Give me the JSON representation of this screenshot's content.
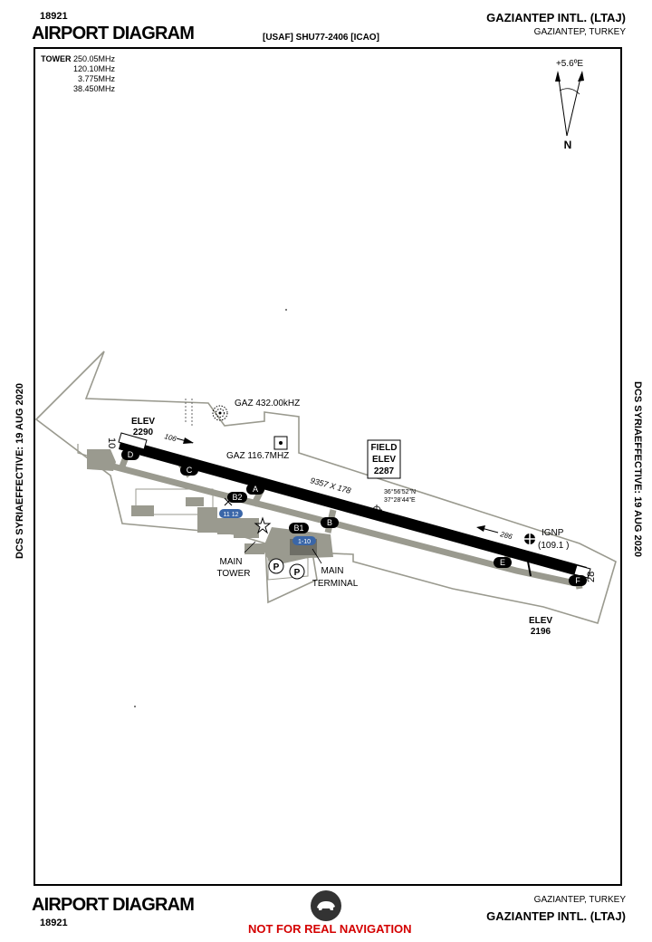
{
  "header": {
    "chart_id": "18921",
    "title": "AIRPORT DIAGRAM",
    "procedure": "[USAF] SHU77-2406 [ICAO]",
    "airport_name": "GAZIANTEP INTL. (LTAJ)",
    "city": "GAZIANTEP, TURKEY"
  },
  "footer": {
    "title": "AIRPORT DIAGRAM",
    "chart_id": "18921",
    "city": "GAZIANTEP, TURKEY",
    "airport_name": "GAZIANTEP INTL. (LTAJ)",
    "warning": "NOT FOR REAL NAVIGATION",
    "logo_icon": "boar-emblem-icon"
  },
  "side_labels": {
    "left": "DCS SYRIAEFFECTIVE: 19 AUG 2020",
    "right": "DCS SYRIAEFFECTIVE: 19 AUG 2020"
  },
  "tower": {
    "label": "TOWER",
    "freqs": [
      "250.05MHz",
      "120.10MHz",
      "3.775MHz",
      "38.450MHz"
    ]
  },
  "north_arrow": {
    "variation": "+5.6ºE",
    "north": "N"
  },
  "diagram": {
    "elev_west_label": "ELEV",
    "elev_west_value": "2290",
    "elev_east_label": "ELEV",
    "elev_east_value": "2196",
    "field_elev": [
      "FIELD",
      "ELEV",
      "2287"
    ],
    "ndb": "GAZ 432.00kHZ",
    "vor": "GAZ 116.7MHZ",
    "runway_dims": "9357 X 178",
    "rwy_num_west": "10",
    "rwy_num_east": "28",
    "heading_west": "106",
    "heading_east": "286",
    "coord_lat": "36°56'52\"N",
    "coord_lon": "37°28'44\"E",
    "ilsnp_name": "IGNP",
    "ilsnp_freq": "(109.1  )",
    "main_tower": [
      "MAIN",
      "TOWER"
    ],
    "main_terminal": [
      "MAIN",
      "TERMINAL"
    ],
    "parking": "P",
    "taxiways": [
      "D",
      "C",
      "A",
      "B2",
      "B1",
      "B",
      "E",
      "F"
    ],
    "stands": [
      "11 12",
      "1-10"
    ]
  },
  "colors": {
    "pavement": "#9a9a8f",
    "runway": "#000000",
    "stand_badge": "#3a66a8",
    "warning": "#d40000"
  }
}
